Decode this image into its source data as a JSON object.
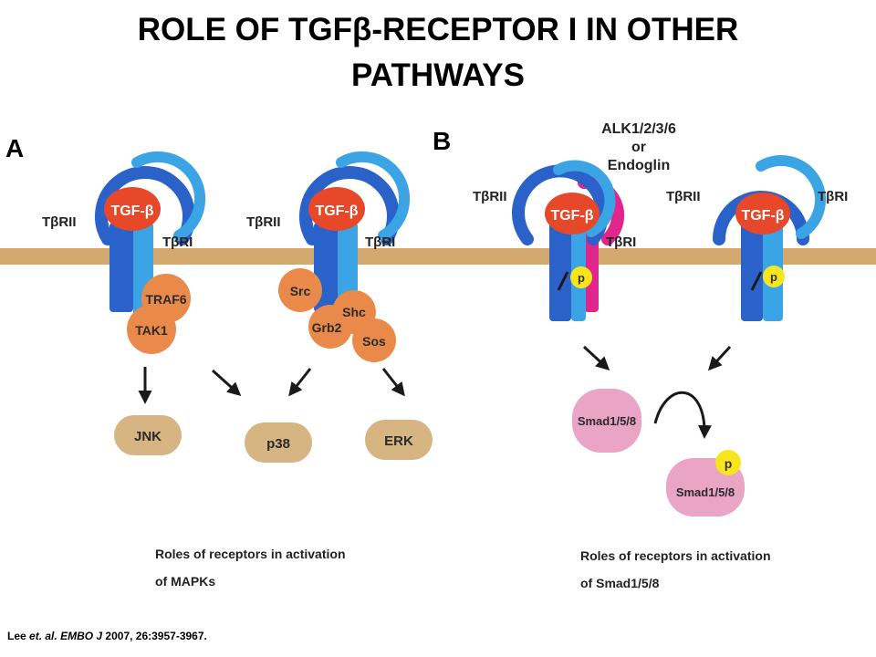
{
  "title": "ROLE OF TGFβ-RECEPTOR I IN OTHER PATHWAYS",
  "citation": {
    "authors": "Lee",
    "etal": "et. al.",
    "journal": "EMBO J",
    "details": "2007, 26:3957-3967."
  },
  "panel_a": {
    "letter": "A",
    "receptor_left": {
      "ligand": "TGF-β",
      "type2": "TβRII",
      "type1": "TβRI"
    },
    "receptor_right": {
      "ligand": "TGF-β",
      "type2": "TβRII",
      "type1": "TβRI"
    },
    "adaptors": {
      "traf6": "TRAF6",
      "tak1": "TAK1",
      "src": "Src",
      "shc": "Shc",
      "grb2": "Grb2",
      "sos": "Sos"
    },
    "mapks": {
      "jnk": "JNK",
      "p38": "p38",
      "erk": "ERK"
    },
    "caption_line1": "Roles of receptors in activation",
    "caption_line2": "of MAPKs"
  },
  "panel_b": {
    "letter": "B",
    "coreceptor_line1": "ALK1/2/3/6",
    "coreceptor_line2": "or",
    "coreceptor_line3": "Endoglin",
    "receptor_left": {
      "ligand": "TGF-β",
      "type2": "TβRII",
      "type1": "TβRI",
      "phospho": "p"
    },
    "receptor_right": {
      "ligand": "TGF-β",
      "type2": "TβRII",
      "type1": "TβRI",
      "phospho": "p"
    },
    "smad_unphos": "Smad1/5/8",
    "smad_phos": "Smad1/5/8",
    "smad_phospho": "p",
    "caption_line1": "Roles of receptors in activation",
    "caption_line2": "of Smad1/5/8"
  },
  "colors": {
    "membrane": "#d4a86e",
    "receptor_dark": "#2a62c9",
    "receptor_light": "#3aa4e4",
    "ligand": "#e8482a",
    "adaptor": "#ea8a4a",
    "mapk": "#d6b583",
    "smad": "#eaa4c6",
    "phospho": "#f7e51e",
    "coreceptor": "#e0268c"
  }
}
